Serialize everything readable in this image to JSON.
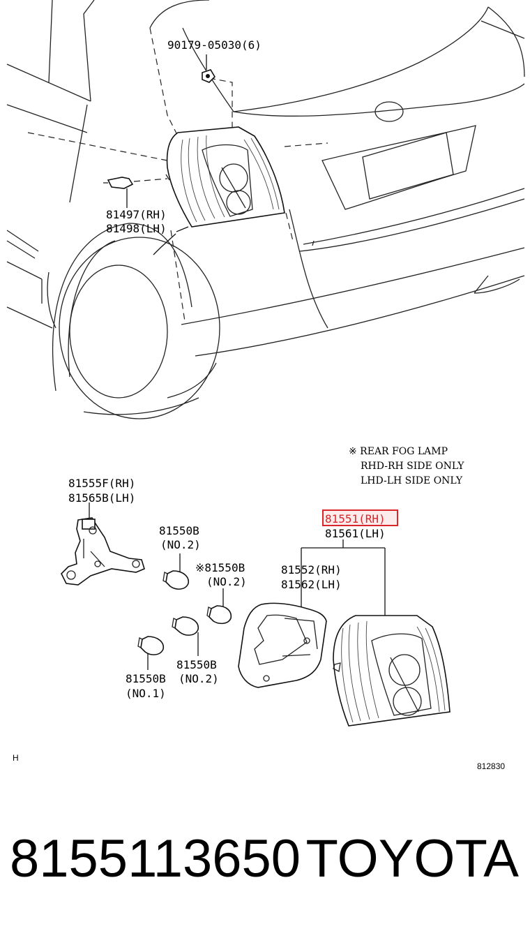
{
  "diagram": {
    "labels": {
      "clip": "90179-05030(6)",
      "socket_rh": "81497(RH)",
      "socket_lh": "81498(LH)",
      "bracket_rh": "81555F(RH)",
      "bracket_lh": "81565B(LH)",
      "bulb_a_code": "81550B",
      "bulb_a_no": "(NO.2)",
      "bulb_b_code": "※81550B",
      "bulb_b_no": "(NO.2)",
      "bulb_c_code": "81550B",
      "bulb_c_no": "(NO.2)",
      "bulb_d_code": "81550B",
      "bulb_d_no": "(NO.1)",
      "lamp_rh": "81551(RH)",
      "lamp_lh": "81561(LH)",
      "gasket_rh": "81552(RH)",
      "gasket_lh": "81562(LH)"
    },
    "note": {
      "line1": "※ REAR FOG LAMP",
      "line2": "RHD-RH SIDE ONLY",
      "line3": "LHD-LH SIDE ONLY"
    },
    "marker": "H",
    "figure_id": "812830",
    "highlight_color": "#d9262b"
  },
  "footer": {
    "part_number": "8155113650",
    "brand": "TOYOTA"
  }
}
